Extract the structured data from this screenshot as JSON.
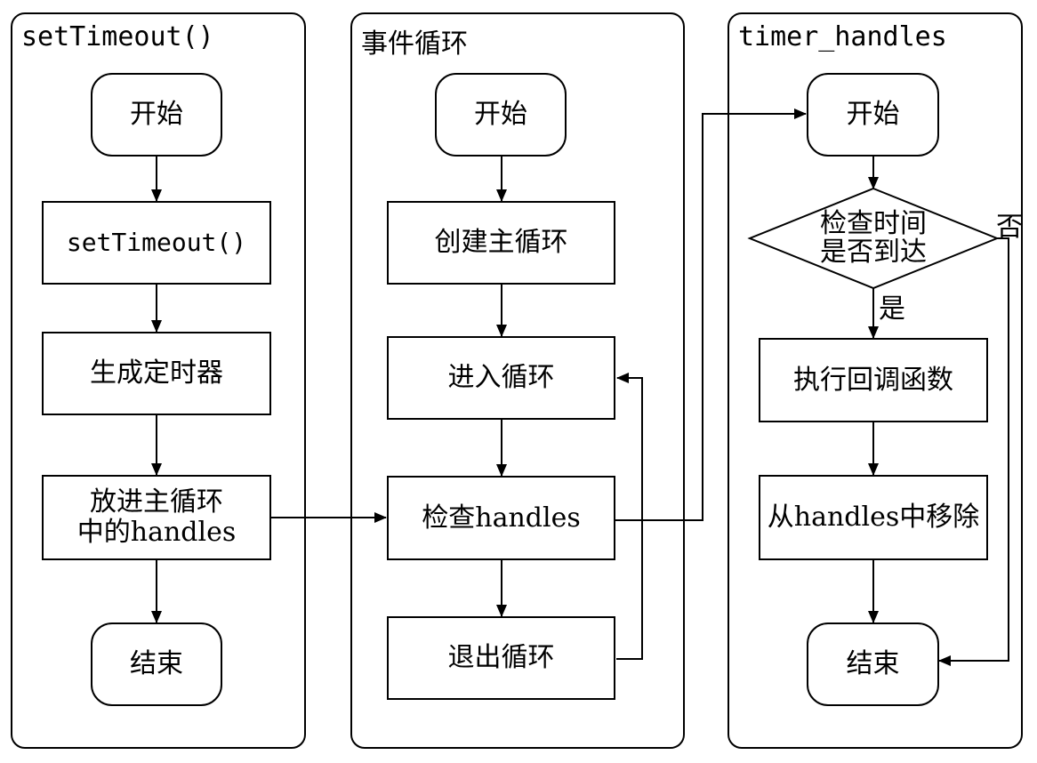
{
  "lanes": {
    "left": {
      "title": "setTimeout()"
    },
    "middle": {
      "title": "事件循环"
    },
    "right": {
      "title": "timer_handles"
    }
  },
  "left_nodes": {
    "start": "开始",
    "call": "setTimeout()",
    "gen": "生成定时器",
    "put": "放进主循环\n中的handles",
    "end": "结束"
  },
  "middle_nodes": {
    "start": "开始",
    "create": "创建主循环",
    "enter": "进入循环",
    "check": "检查handles",
    "exit": "退出循环"
  },
  "right_nodes": {
    "start": "开始",
    "decision": "检查时间\n是否到达",
    "exec": "执行回调函数",
    "remove": "从handles中移除",
    "end": "结束"
  },
  "edge_labels": {
    "yes": "是",
    "no": "否"
  }
}
